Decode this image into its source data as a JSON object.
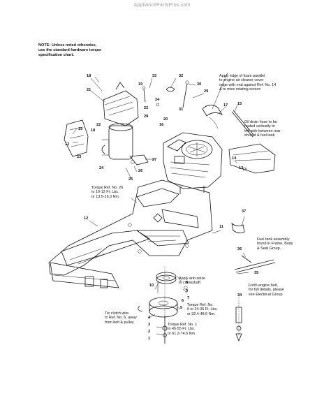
{
  "watermark": "AppliancePartsPros.com",
  "note": {
    "lines": [
      "NOTE: Unless noted otherwise,",
      "use the standard hardware torque",
      "specification chart."
    ]
  },
  "callouts": {
    "foam": [
      "Apply edge of foam parallel",
      "to engine air cleaner cover",
      "edge with end against Ref. No. 14",
      "& to miss rotating screen"
    ],
    "drain_hose": [
      "Oil drain hose to be",
      "routed vertically to",
      "left side between rear",
      "shroud & fuel tank"
    ],
    "torque_26": [
      "Torque Ref. No. 26",
      "to 10-12 Ft. Lbs.",
      "or 13.5-16.3 Nm."
    ],
    "fuel_tank": [
      "Fuel tank assembly",
      "found in Frame, Body",
      "& Seat Group."
    ],
    "anti_seize": [
      "Apply anti-seize",
      "to crankshaft"
    ],
    "torque_6": [
      "Torque Ref. No.",
      "6 to 24-36 Ft. Lbs.",
      "or 32.4-48.6 Nm."
    ],
    "fourth_belt": [
      "Forth engine belt,",
      "for full details, please",
      "see Electrical Group"
    ],
    "tie_clutch": [
      "Tie clutch wire",
      "to Ref. No. 6, away",
      "from belt & pulley"
    ],
    "torque_1": [
      "Torque Ref. No. 1",
      "to 45-55 Ft. Lbs.",
      "or 61.2-74.6 Nm."
    ]
  },
  "ref_numbers": {
    "n18a": "18",
    "n21": "21",
    "n19": "19",
    "n33": "33",
    "n32": "32",
    "n30": "30",
    "n29": "29",
    "n15": "15",
    "n17": "17",
    "n24a": "24",
    "n28": "28",
    "n22a": "22",
    "n22b": "22",
    "n31": "31",
    "n20": "20",
    "n18b": "18",
    "n19b": "19",
    "n16": "16",
    "n12a": "12",
    "n23": "23",
    "n27": "27",
    "n24b": "24",
    "n25": "25",
    "n26": "26",
    "n14": "14",
    "n13": "13",
    "n12b": "12",
    "n37": "37",
    "n11": "11",
    "n36": "36",
    "n10": "10",
    "n9": "9",
    "n8": "8",
    "n7": "7",
    "n35": "35",
    "n34": "34",
    "n5": "5",
    "n3": "3",
    "n2": "2",
    "n1": "1",
    "n4": "4",
    "n6": "6"
  }
}
